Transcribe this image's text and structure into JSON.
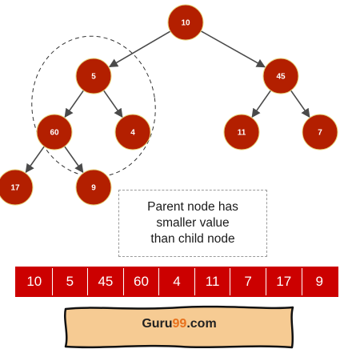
{
  "colors": {
    "node_fill": "#b31f00",
    "node_stroke": "#e6d27a",
    "edge": "#4a4a4a",
    "array_fill": "#cc0000",
    "banner_fill": "#f6cb93",
    "brand_accent": "#e8711c"
  },
  "tree": {
    "nodes": [
      {
        "id": "n10",
        "label": "10"
      },
      {
        "id": "n5",
        "label": "5"
      },
      {
        "id": "n45",
        "label": "45"
      },
      {
        "id": "n60",
        "label": "60"
      },
      {
        "id": "n4",
        "label": "4"
      },
      {
        "id": "n11",
        "label": "11"
      },
      {
        "id": "n7",
        "label": "7"
      },
      {
        "id": "n17",
        "label": "17"
      },
      {
        "id": "n9",
        "label": "9"
      }
    ],
    "edges": [
      [
        "n10",
        "n5"
      ],
      [
        "n10",
        "n45"
      ],
      [
        "n5",
        "n60"
      ],
      [
        "n5",
        "n4"
      ],
      [
        "n45",
        "n11"
      ],
      [
        "n45",
        "n7"
      ],
      [
        "n60",
        "n17"
      ],
      [
        "n60",
        "n9"
      ]
    ],
    "highlighted_subtree": [
      "n5",
      "n60",
      "n4"
    ]
  },
  "note": {
    "text": "Parent node has\nsmaller value\nthan child node"
  },
  "array": [
    "10",
    "5",
    "45",
    "60",
    "4",
    "11",
    "7",
    "17",
    "9"
  ],
  "logo": {
    "prefix": "Guru",
    "highlight": "99",
    "suffix": ".com"
  }
}
